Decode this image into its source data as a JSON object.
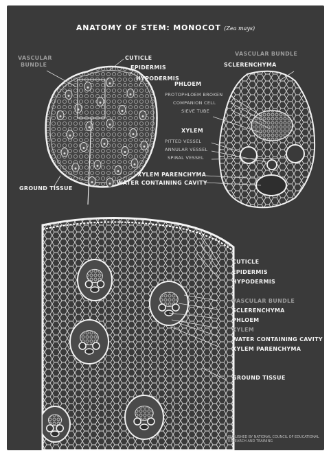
{
  "title": {
    "main": "ANATOMY OF STEM: MONOCOT",
    "species": "(Zea mays)"
  },
  "labels": {
    "vascular_bundle_left": [
      "VASCULAR",
      "BUNDLE"
    ],
    "cuticle": "CUTICLE",
    "epidermis": "EPIDERMIS",
    "hypodermis": "HYPODERMIS",
    "ground_tissue": "GROUND TISSUE",
    "vascular_bundle_right": "VASCULAR BUNDLE",
    "sclerenchyma": "SCLERENCHYMA",
    "phloem": "PHLOEM",
    "protophloem_broken": "PROTOPHLOEM BROKEN",
    "companion_cell": "COMPANION CELL",
    "sieve_tube": "SIEVE TUBE",
    "xylem": "XYLEM",
    "pitted_vessel": "PITTED VESSEL",
    "annular_vessel": "ANNULAR VESSEL",
    "spiral_vessel": "SPIRAL VESSEL",
    "xylem_parenchyma": "XYLEM PARENCHYMA",
    "water_containing_cavity": "WATER CONTAINING CAVITY"
  },
  "detail_labels": {
    "cuticle": "CUTICLE",
    "epidermis": "EPIDERMIS",
    "hypodermis": "HYPODERMIS",
    "vascular_bundle": "VASCULAR BUNDLE",
    "sclerenchyma": "SCLERENCHYMA",
    "phloem": "PHLOEM",
    "xylem": "XYLEM",
    "water_containing_cavity": "WATER CONTAINING CAVITY",
    "xylem_parenchyma": "XYLEM PARENCHYMA",
    "ground_tissue": "GROUND TISSUE"
  },
  "publisher": [
    "PUBLISHED BY NATIONAL COUNCIL OF EDUCATIONAL",
    "RESEARCH AND TRAINING"
  ],
  "colors": {
    "board": "#3a3a3a",
    "line": "#e8e8e8",
    "label": "#f2f2f2",
    "dim_label": "#9a9a9a"
  }
}
